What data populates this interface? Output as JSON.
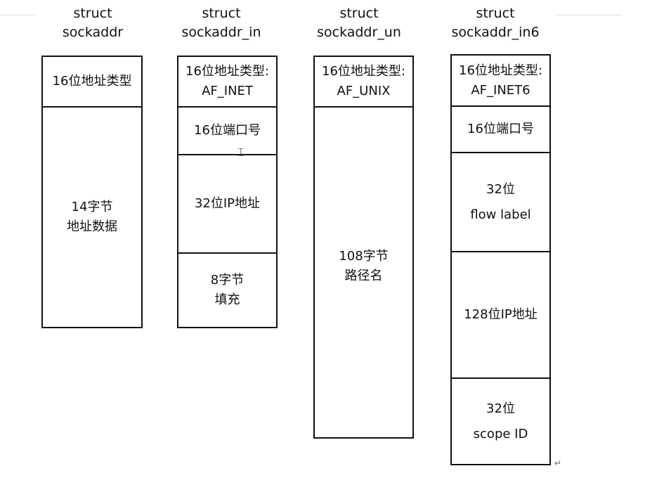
{
  "structs": [
    {
      "title_line1": "struct",
      "title_line2": "sockaddr",
      "fields": [
        {
          "line1": "16位地址类型",
          "line2": ""
        },
        {
          "line1": "14字节",
          "line2": "地址数据"
        }
      ]
    },
    {
      "title_line1": "struct",
      "title_line2": "sockaddr_in",
      "fields": [
        {
          "line1": "16位地址类型:",
          "line2": "AF_INET"
        },
        {
          "line1": "16位端口号",
          "line2": ""
        },
        {
          "line1": "32位IP地址",
          "line2": ""
        },
        {
          "line1": "8字节",
          "line2": "填充"
        }
      ]
    },
    {
      "title_line1": "struct",
      "title_line2": "sockaddr_un",
      "fields": [
        {
          "line1": "16位地址类型:",
          "line2": "AF_UNIX"
        },
        {
          "line1": "108字节",
          "line2": "路径名"
        }
      ]
    },
    {
      "title_line1": "struct",
      "title_line2": "sockaddr_in6",
      "fields": [
        {
          "line1": "16位地址类型:",
          "line2": "AF_INET6"
        },
        {
          "line1": "16位端口号",
          "line2": ""
        },
        {
          "line1": "32位",
          "line2": "flow label"
        },
        {
          "line1": "128位IP地址",
          "line2": ""
        },
        {
          "line1": "32位",
          "line2": "scope ID"
        }
      ]
    }
  ]
}
